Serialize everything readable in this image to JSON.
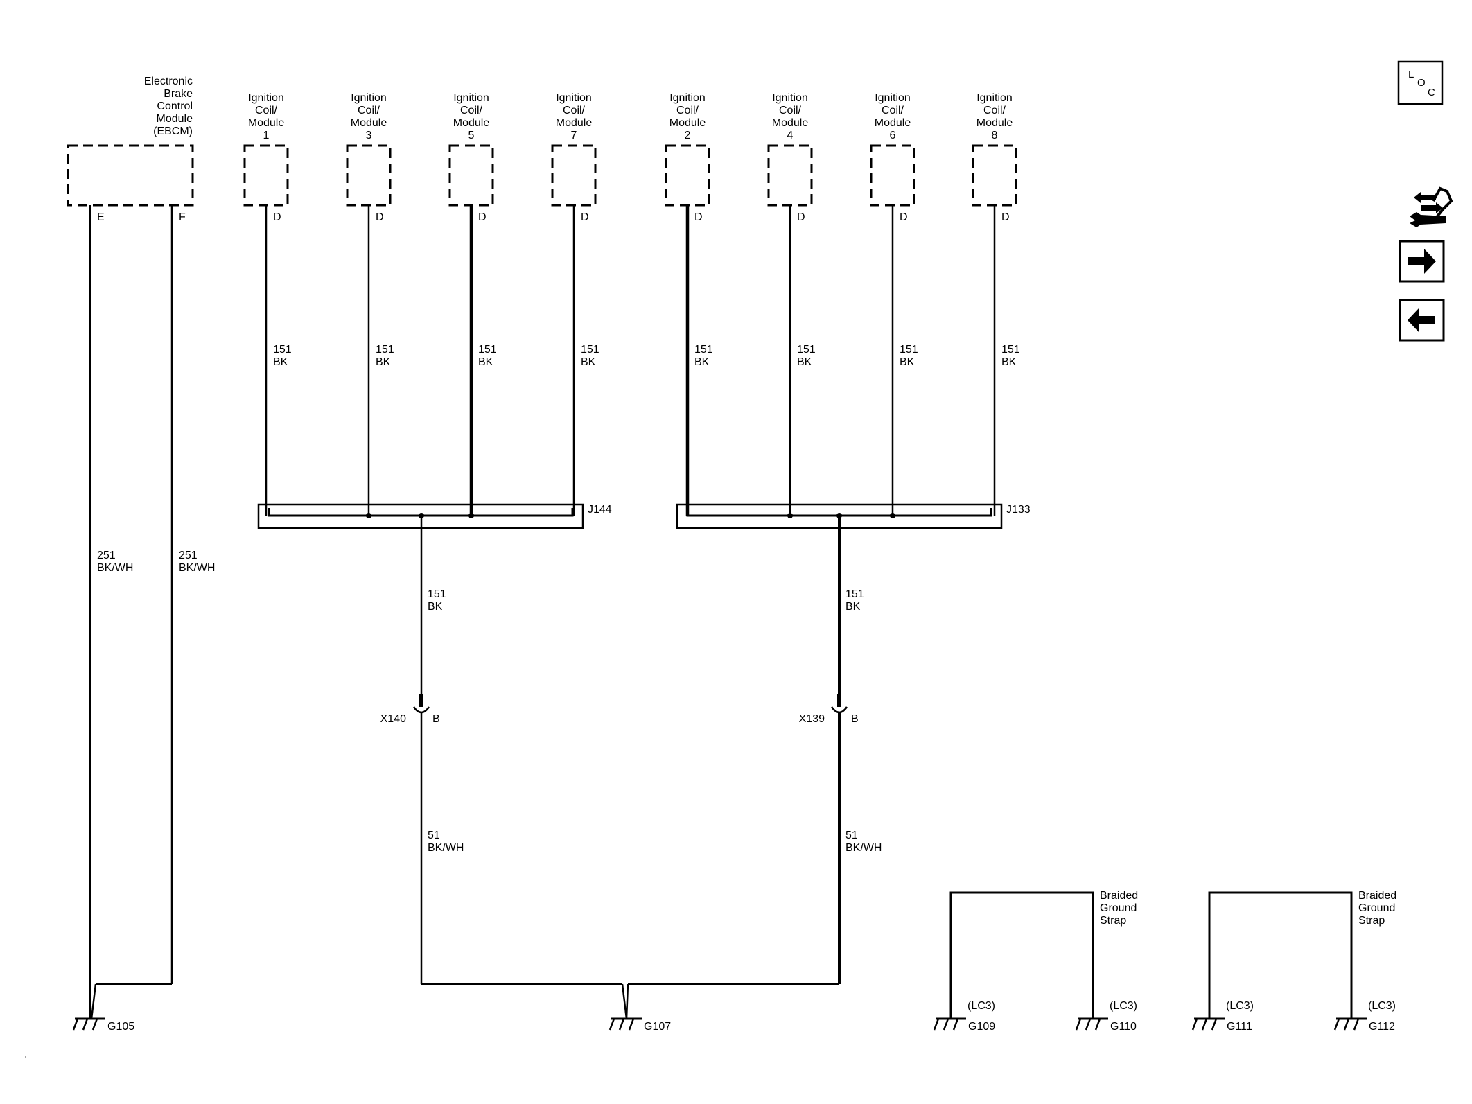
{
  "ebcm": {
    "label_lines": [
      "Electronic",
      "Brake",
      "Control",
      "Module",
      "(EBCM)"
    ],
    "pins": [
      "E",
      "F"
    ]
  },
  "coils": [
    {
      "lines": [
        "Ignition",
        "Coil/",
        "Module",
        "1"
      ],
      "pin": "D",
      "circuit": "151",
      "color": "BK"
    },
    {
      "lines": [
        "Ignition",
        "Coil/",
        "Module",
        "3"
      ],
      "pin": "D",
      "circuit": "151",
      "color": "BK"
    },
    {
      "lines": [
        "Ignition",
        "Coil/",
        "Module",
        "5"
      ],
      "pin": "D",
      "circuit": "151",
      "color": "BK"
    },
    {
      "lines": [
        "Ignition",
        "Coil/",
        "Module",
        "7"
      ],
      "pin": "D",
      "circuit": "151",
      "color": "BK"
    },
    {
      "lines": [
        "Ignition",
        "Coil/",
        "Module",
        "2"
      ],
      "pin": "D",
      "circuit": "151",
      "color": "BK"
    },
    {
      "lines": [
        "Ignition",
        "Coil/",
        "Module",
        "4"
      ],
      "pin": "D",
      "circuit": "151",
      "color": "BK"
    },
    {
      "lines": [
        "Ignition",
        "Coil/",
        "Module",
        "6"
      ],
      "pin": "D",
      "circuit": "151",
      "color": "BK"
    },
    {
      "lines": [
        "Ignition",
        "Coil/",
        "Module",
        "8"
      ],
      "pin": "D",
      "circuit": "151",
      "color": "BK"
    }
  ],
  "ebcm_wires": [
    {
      "circuit": "251",
      "color": "BK/WH"
    },
    {
      "circuit": "251",
      "color": "BK/WH"
    }
  ],
  "splices": [
    "J144",
    "J133"
  ],
  "splice_wires": [
    {
      "circuit": "151",
      "color": "BK"
    },
    {
      "circuit": "151",
      "color": "BK"
    }
  ],
  "connectors": [
    {
      "id": "X140",
      "pin": "B"
    },
    {
      "id": "X139",
      "pin": "B"
    }
  ],
  "ground_wires": [
    {
      "circuit": "51",
      "color": "BK/WH"
    },
    {
      "circuit": "51",
      "color": "BK/WH"
    }
  ],
  "grounds": {
    "g105": "G105",
    "g107": "G107",
    "g109": "G109",
    "g110": "G110",
    "g111": "G111",
    "g112": "G112"
  },
  "straps": [
    {
      "lines": [
        "Braided",
        "Ground",
        "Strap"
      ],
      "left_note": "(LC3)",
      "right_note": "(LC3)"
    },
    {
      "lines": [
        "Braided",
        "Ground",
        "Strap"
      ],
      "left_note": "(LC3)",
      "right_note": "(LC3)"
    }
  ],
  "nav": {
    "loc_icon": "loc-icon",
    "loc_letters": [
      "L",
      "O",
      "C"
    ],
    "component_icon": "component-locator-icon",
    "next_icon": "arrow-right-icon",
    "prev_icon": "arrow-left-icon"
  }
}
